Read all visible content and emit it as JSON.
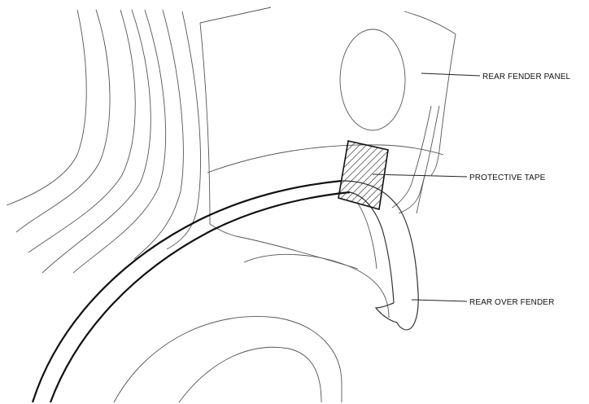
{
  "labels": {
    "rear_fender_panel": "REAR FENDER PANEL",
    "protective_tape": "PROTECTIVE TAPE",
    "rear_over_fender": "REAR OVER FENDER"
  },
  "colors": {
    "line": "#333333",
    "text": "#111111",
    "background": "#ffffff"
  }
}
